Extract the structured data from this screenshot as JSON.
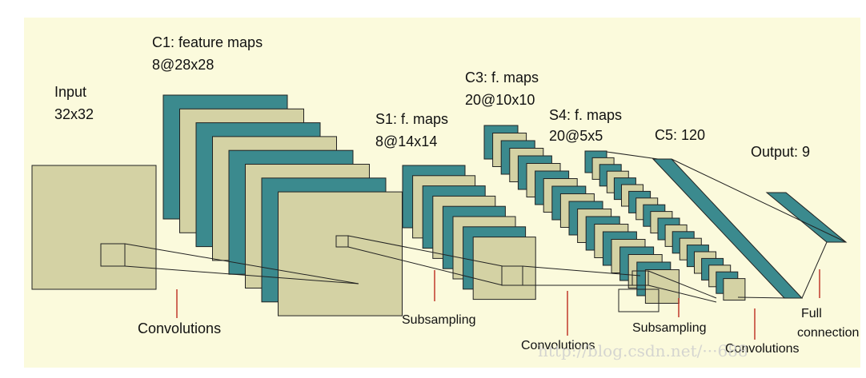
{
  "colors": {
    "background": "#fbfadc",
    "teal": "#3b8a8e",
    "beige": "#d4d2a4",
    "edge": "#222222",
    "marker": "#c0392b"
  },
  "labels": {
    "input_title": "Input",
    "input_size": "32x32",
    "c1_title": "C1: feature maps",
    "c1_size": "8@28x28",
    "s1_title": "S1: f. maps",
    "s1_size": "8@14x14",
    "c3_title": "C3: f. maps",
    "c3_size": "20@10x10",
    "s4_title": "S4: f. maps",
    "s4_size": "20@5x5",
    "c5": "C5: 120",
    "output": "Output: 9",
    "op_conv1": "Convolutions",
    "op_sub1": "Subsampling",
    "op_conv2": "Convolutions",
    "op_sub2": "Subsampling",
    "op_conv3": "Convolutions",
    "op_full_1": "Full",
    "op_full_2": "connection"
  },
  "watermark": "http://blog.csdn.net/···688"
}
